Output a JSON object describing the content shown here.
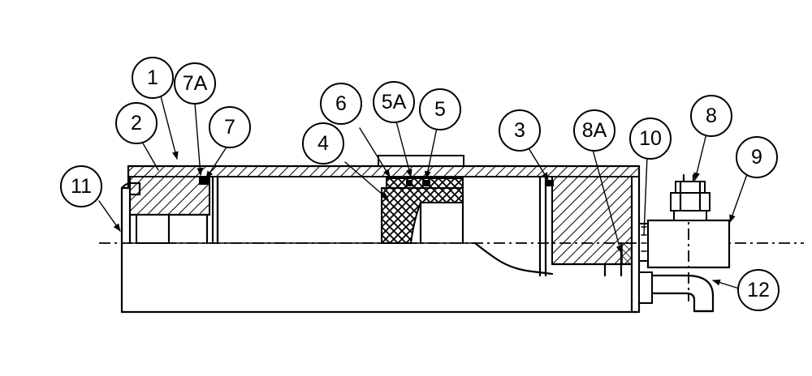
{
  "part_callouts": [
    "1",
    "2",
    "7A",
    "7",
    "11",
    "6",
    "5A",
    "5",
    "4",
    "3",
    "8A",
    "10",
    "8",
    "9",
    "12"
  ]
}
